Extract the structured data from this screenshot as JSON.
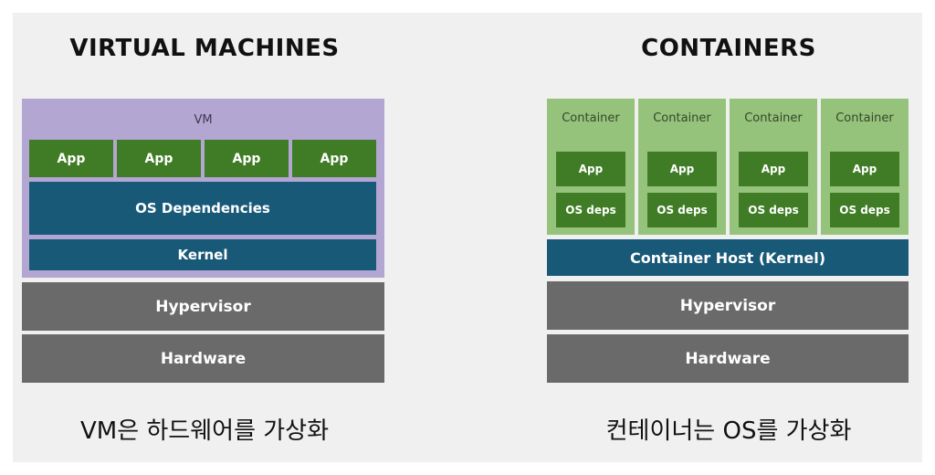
{
  "vm_side": {
    "title": "VIRTUAL MACHINES",
    "vm_label": "VM",
    "apps": [
      "App",
      "App",
      "App",
      "App"
    ],
    "os_dependencies": "OS Dependencies",
    "kernel": "Kernel",
    "hypervisor": "Hypervisor",
    "hardware": "Hardware",
    "caption": "VM은 하드웨어를 가상화"
  },
  "container_side": {
    "title": "CONTAINERS",
    "containers": [
      {
        "label": "Container",
        "app": "App",
        "deps": "OS deps"
      },
      {
        "label": "Container",
        "app": "App",
        "deps": "OS deps"
      },
      {
        "label": "Container",
        "app": "App",
        "deps": "OS deps"
      },
      {
        "label": "Container",
        "app": "App",
        "deps": "OS deps"
      }
    ],
    "host": "Container Host (Kernel)",
    "hypervisor": "Hypervisor",
    "hardware": "Hardware",
    "caption": "컨테이너는 OS를 가상화"
  },
  "colors": {
    "background": "#f0f0f0",
    "vm_frame": "#b3a6d3",
    "app_green": "#3f7c25",
    "container_green": "#96c37c",
    "os_blue": "#195978",
    "layer_gray": "#6a6a6a"
  }
}
